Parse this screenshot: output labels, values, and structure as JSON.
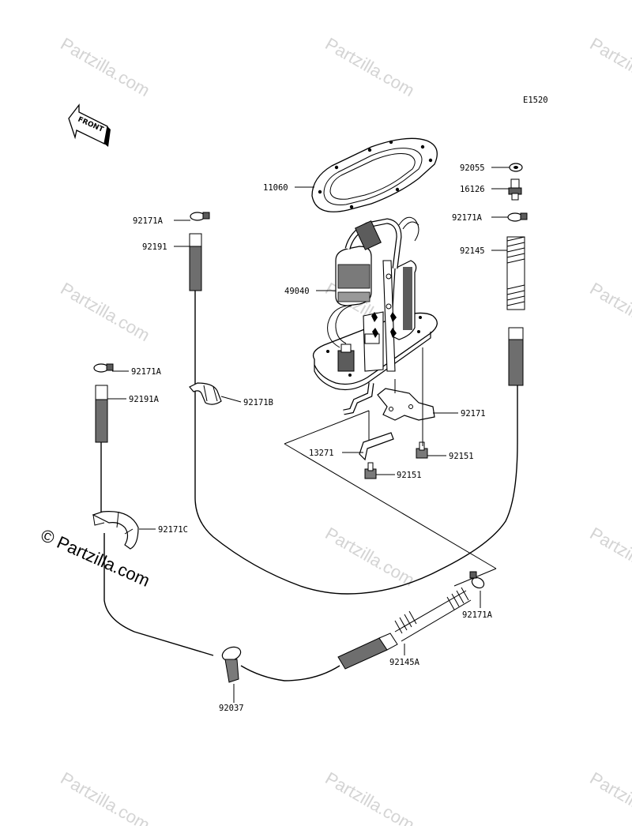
{
  "diagram": {
    "code": "E1520",
    "front_label": "FRONT",
    "watermark_text": "Partzilla.com",
    "watermark_main": "© Partzilla.com",
    "part_labels": {
      "p11060": "11060",
      "p92055": "92055",
      "p16126": "16126",
      "p92171A_top_left": "92171A",
      "p92171A_top_right": "92171A",
      "p92191": "92191",
      "p92145": "92145",
      "p49040": "49040",
      "p92171A_left": "92171A",
      "p92191A": "92191A",
      "p92171B": "92171B",
      "p92171": "92171",
      "p13271": "13271",
      "p92151_right": "92151",
      "p92151_center": "92151",
      "p92171C": "92171C",
      "p92171A_bottom": "92171A",
      "p92145A": "92145A",
      "p92037": "92037"
    }
  }
}
